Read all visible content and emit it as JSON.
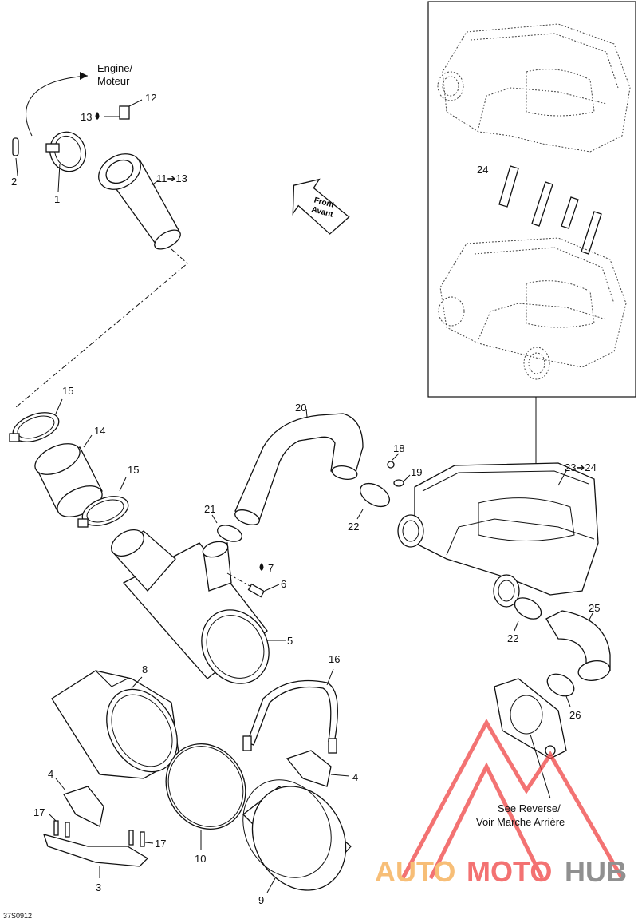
{
  "diagram": {
    "callouts": [
      {
        "id": "c1",
        "text": "1"
      },
      {
        "id": "c2",
        "text": "2"
      },
      {
        "id": "c3",
        "text": "3"
      },
      {
        "id": "c4a",
        "text": "4"
      },
      {
        "id": "c4b",
        "text": "4"
      },
      {
        "id": "c5",
        "text": "5"
      },
      {
        "id": "c6",
        "text": "6"
      },
      {
        "id": "c7",
        "text": "7"
      },
      {
        "id": "c8",
        "text": "8"
      },
      {
        "id": "c9",
        "text": "9"
      },
      {
        "id": "c10",
        "text": "10"
      },
      {
        "id": "c11",
        "text": "11➔13"
      },
      {
        "id": "c12",
        "text": "12"
      },
      {
        "id": "c13",
        "text": "13"
      },
      {
        "id": "c14",
        "text": "14"
      },
      {
        "id": "c15a",
        "text": "15"
      },
      {
        "id": "c15b",
        "text": "15"
      },
      {
        "id": "c16",
        "text": "16"
      },
      {
        "id": "c17a",
        "text": "17"
      },
      {
        "id": "c17b",
        "text": "17"
      },
      {
        "id": "c18",
        "text": "18"
      },
      {
        "id": "c19",
        "text": "19"
      },
      {
        "id": "c20",
        "text": "20"
      },
      {
        "id": "c21",
        "text": "21"
      },
      {
        "id": "c22a",
        "text": "22"
      },
      {
        "id": "c22b",
        "text": "22"
      },
      {
        "id": "c23",
        "text": "23➔24"
      },
      {
        "id": "c24",
        "text": "24"
      },
      {
        "id": "c25",
        "text": "25"
      },
      {
        "id": "c26",
        "text": "26"
      }
    ],
    "engine_label_en": "Engine/",
    "engine_label_fr": "Moteur",
    "front_label_en": "Front",
    "front_label_fr": "Avant",
    "see_reverse_en": "See Reverse/",
    "see_reverse_fr": "Voir Marche Arrière",
    "drawing_code": "37S0912"
  },
  "watermark": {
    "part1": "AUTO",
    "part2": "MOTO",
    "part3": "HUB",
    "color_orange": "#f5a94a",
    "color_red": "#ef4444",
    "color_gray": "#6b6b6b"
  }
}
